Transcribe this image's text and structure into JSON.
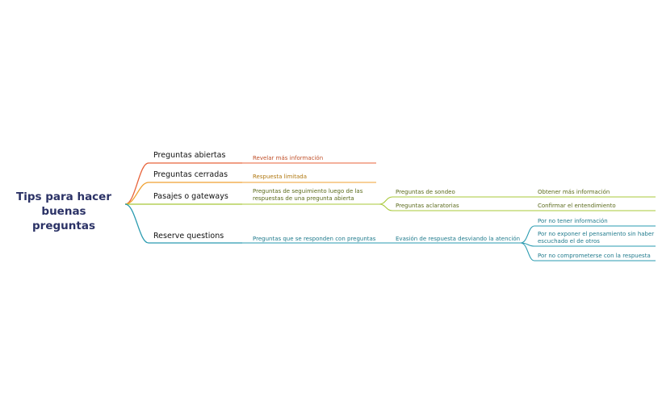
{
  "root": {
    "title": "Tips para hacer buenas preguntas"
  },
  "colors": {
    "root_text": "#2b3266",
    "branch_open": "#e8633a",
    "branch_closed": "#f0a030",
    "branch_pasajes": "#a8c838",
    "branch_reserve": "#2a9bb0",
    "text_open": "#c0502a",
    "text_closed": "#b07810",
    "text_pasajes": "#5a6a1a",
    "text_reserve": "#1f7a8c"
  },
  "branches": [
    {
      "label": "Preguntas abiertas",
      "child": "Revelar más información"
    },
    {
      "label": "Preguntas cerradas",
      "child": "Respuesta limitada"
    },
    {
      "label": "Pasajes o gateways",
      "child": "Preguntas de seguimiento luego de las respuestas de una pregunta abierta",
      "sub": [
        {
          "label": "Preguntas de sondeo",
          "leaf": "Obtener más información"
        },
        {
          "label": "Preguntas aclaratorias",
          "leaf": "Confirmar el entendimiento"
        }
      ]
    },
    {
      "label": "Reserve questions",
      "child": "Preguntas que se responden con preguntas",
      "sub_label": "Evasión de respuesta desviando la atención",
      "leaves": [
        "Por no tener información",
        "Por no exponer el pensamiento sin haber escuchado el de otros",
        "Por no comprometerse con la respuesta"
      ]
    }
  ]
}
